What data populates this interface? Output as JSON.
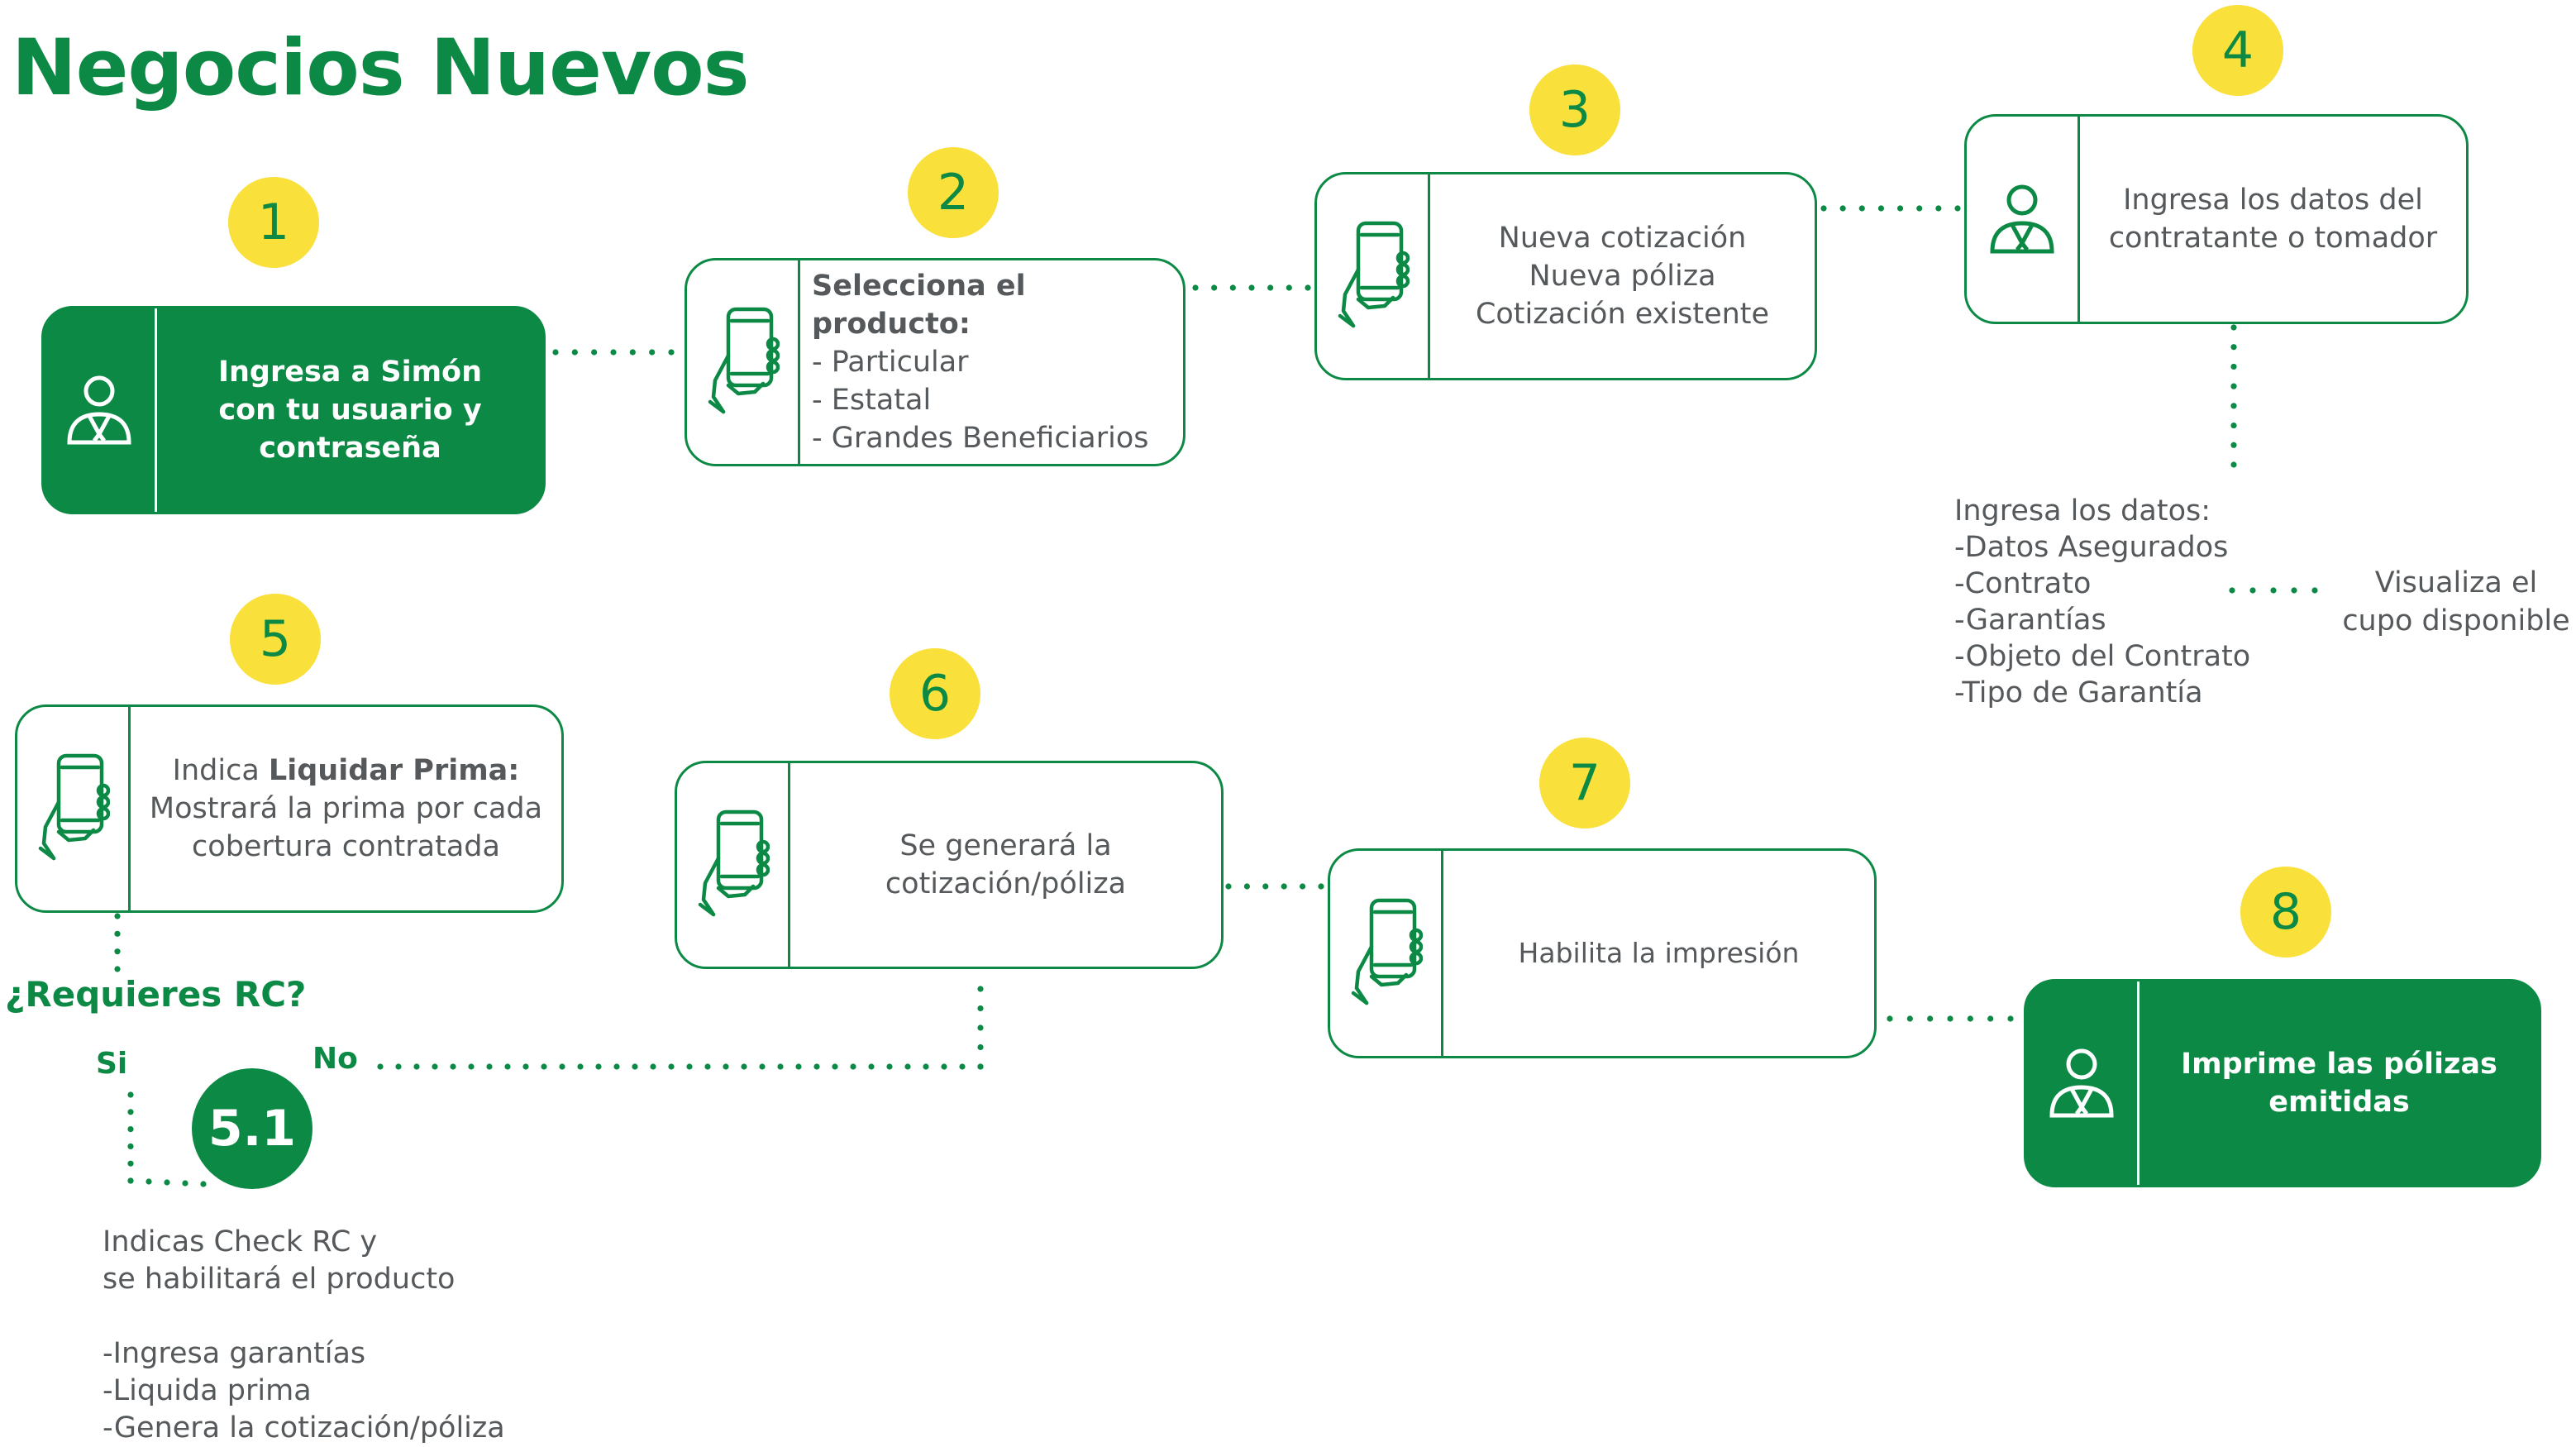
{
  "title": "Negocios Nuevos",
  "colors": {
    "brand_green": "#0c8a45",
    "badge_yellow": "#f9e03b",
    "text_gray": "#55595b"
  },
  "steps": {
    "s1": {
      "badge": "1",
      "icon": "user-icon",
      "lines": [
        "Ingresa a Simón",
        "con tu usuario y",
        "contraseña"
      ]
    },
    "s2": {
      "badge": "2",
      "icon": "phone-hand-icon",
      "heading": "Selecciona el producto:",
      "items": [
        "- Particular",
        "- Estatal",
        "- Grandes Beneficiarios"
      ]
    },
    "s3": {
      "badge": "3",
      "icon": "phone-hand-icon",
      "lines": [
        "Nueva cotización",
        "Nueva póliza",
        "Cotización existente"
      ]
    },
    "s4": {
      "badge": "4",
      "icon": "user-icon",
      "lines": [
        "Ingresa los datos del",
        "contratante o tomador"
      ]
    },
    "s4_details": {
      "heading": "Ingresa los datos:",
      "items": [
        "-Datos Asegurados",
        "-Contrato",
        "-Garantías",
        "-Objeto del Contrato",
        "-Tipo de Garantía"
      ],
      "side_note": [
        "Visualiza el",
        "cupo disponible"
      ]
    },
    "s5": {
      "badge": "5",
      "icon": "phone-hand-icon",
      "prefix": "Indica ",
      "bold": "Liquidar Prima:",
      "lines": [
        "Mostrará la prima por cada",
        "cobertura contratada"
      ]
    },
    "s6": {
      "badge": "6",
      "icon": "phone-hand-icon",
      "lines": [
        "Se generará la",
        "cotización/póliza"
      ]
    },
    "s7": {
      "badge": "7",
      "icon": "phone-hand-icon",
      "lines": [
        "Habilita la impresión"
      ]
    },
    "s8": {
      "badge": "8",
      "icon": "user-icon",
      "lines": [
        "Imprime las pólizas",
        "emitidas"
      ]
    },
    "s51": {
      "badge": "5.1",
      "lines": [
        "Indicas Check RC y",
        "se habilitará el producto"
      ],
      "items": [
        "-Ingresa garantías",
        "-Liquida prima",
        "-Genera la cotización/póliza"
      ]
    }
  },
  "decision": {
    "question": "¿Requieres RC?",
    "yes": "Si",
    "no": "No"
  }
}
